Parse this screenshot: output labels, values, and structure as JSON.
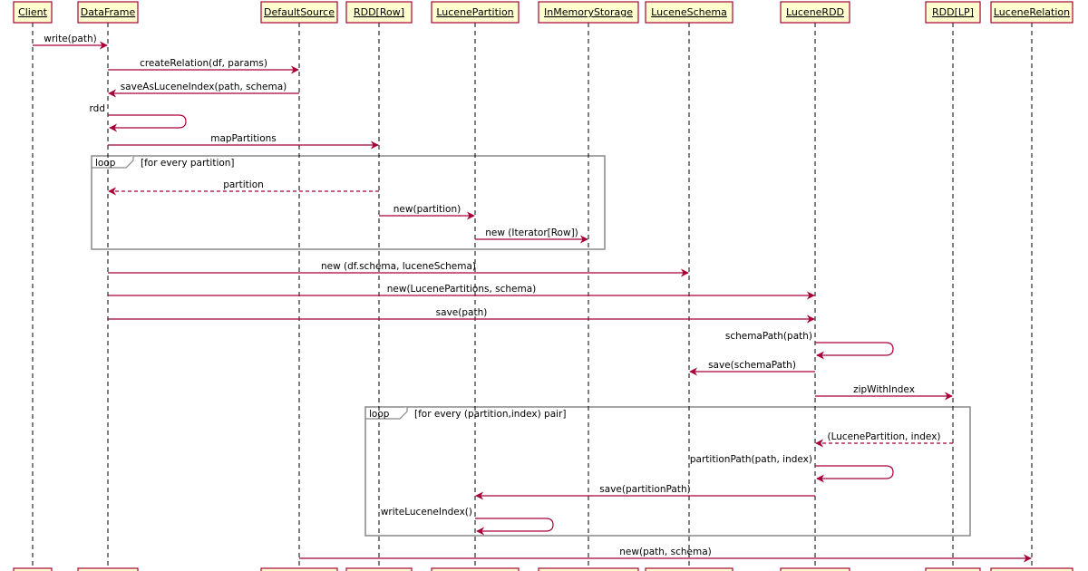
{
  "participants": [
    {
      "id": "client",
      "label": "Client"
    },
    {
      "id": "dataframe",
      "label": "DataFrame"
    },
    {
      "id": "defaultsource",
      "label": "DefaultSource"
    },
    {
      "id": "rddrow",
      "label": "RDD[Row]"
    },
    {
      "id": "lucenepartition",
      "label": "LucenePartition"
    },
    {
      "id": "inmemorystorage",
      "label": "InMemoryStorage"
    },
    {
      "id": "luceneschema",
      "label": "LuceneSchema"
    },
    {
      "id": "lucenerdd",
      "label": "LuceneRDD"
    },
    {
      "id": "rddlp",
      "label": "RDD[LP]"
    },
    {
      "id": "lucenerelation",
      "label": "LuceneRelation"
    }
  ],
  "messages": [
    {
      "from": "client",
      "to": "dataframe",
      "label": "write(path)",
      "style": "sync"
    },
    {
      "from": "dataframe",
      "to": "defaultsource",
      "label": "createRelation(df, params)",
      "style": "sync"
    },
    {
      "from": "defaultsource",
      "to": "dataframe",
      "label": "saveAsLuceneIndex(path, schema)",
      "style": "sync"
    },
    {
      "from": "dataframe",
      "to": "dataframe",
      "label": "rdd",
      "style": "self"
    },
    {
      "from": "dataframe",
      "to": "rddrow",
      "label": "mapPartitions",
      "style": "sync"
    },
    {
      "from": "rddrow",
      "to": "dataframe",
      "label": "partition",
      "style": "return"
    },
    {
      "from": "rddrow",
      "to": "lucenepartition",
      "label": "new(partition)",
      "style": "sync"
    },
    {
      "from": "lucenepartition",
      "to": "inmemorystorage",
      "label": "new (Iterator[Row])",
      "style": "sync"
    },
    {
      "from": "dataframe",
      "to": "luceneschema",
      "label": "new (df.schema, luceneSchema)",
      "style": "sync"
    },
    {
      "from": "dataframe",
      "to": "lucenerdd",
      "label": "new(LucenePartitions, schema)",
      "style": "sync"
    },
    {
      "from": "dataframe",
      "to": "lucenerdd",
      "label": "save(path)",
      "style": "sync"
    },
    {
      "from": "lucenerdd",
      "to": "lucenerdd",
      "label": "schemaPath(path)",
      "style": "self"
    },
    {
      "from": "lucenerdd",
      "to": "luceneschema",
      "label": "save(schemaPath)",
      "style": "sync"
    },
    {
      "from": "lucenerdd",
      "to": "rddlp",
      "label": "zipWithIndex",
      "style": "sync"
    },
    {
      "from": "rddlp",
      "to": "lucenerdd",
      "label": "(LucenePartition, index)",
      "style": "return"
    },
    {
      "from": "lucenerdd",
      "to": "lucenerdd",
      "label": "partitionPath(path, index)",
      "style": "self"
    },
    {
      "from": "lucenerdd",
      "to": "lucenepartition",
      "label": "save(partitionPath)",
      "style": "sync"
    },
    {
      "from": "lucenepartition",
      "to": "lucenepartition",
      "label": "writeLuceneIndex()",
      "style": "self"
    },
    {
      "from": "defaultsource",
      "to": "lucenerelation",
      "label": "new(path, schema)",
      "style": "sync"
    }
  ],
  "fragments": [
    {
      "kind": "loop",
      "guard": "[for every partition]"
    },
    {
      "kind": "loop",
      "guard": "[for every (partition,index) pair]"
    }
  ],
  "colors": {
    "arrow": "#a80036",
    "participant_fill": "#fefece",
    "participant_border": "#a80036",
    "lifeline": "#000000",
    "fragment_border": "#888888"
  }
}
